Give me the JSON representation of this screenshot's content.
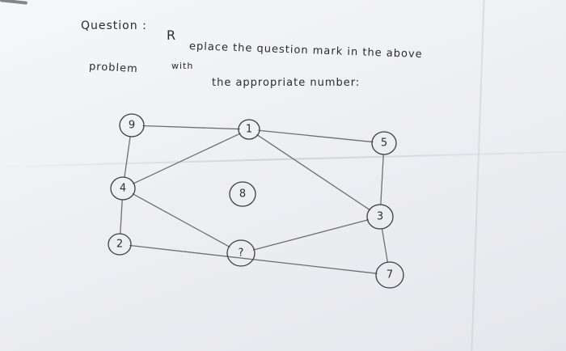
{
  "question": {
    "label": "Question :",
    "r_letter": "R",
    "line1": "eplace  the question mark in the above",
    "line2_start": "problem",
    "with_word": "with",
    "line2_end": "the appropriate number:"
  },
  "nodes": [
    {
      "id": "n9",
      "label": "9"
    },
    {
      "id": "n1",
      "label": "1"
    },
    {
      "id": "n5",
      "label": "5"
    },
    {
      "id": "n4",
      "label": "4"
    },
    {
      "id": "n8",
      "label": "8"
    },
    {
      "id": "n3",
      "label": "3"
    },
    {
      "id": "n2",
      "label": "2"
    },
    {
      "id": "nq",
      "label": "?"
    },
    {
      "id": "n7",
      "label": "7"
    }
  ],
  "edges": [
    [
      "n9",
      "n1"
    ],
    [
      "n1",
      "n5"
    ],
    [
      "n9",
      "n4"
    ],
    [
      "n4",
      "n1"
    ],
    [
      "n4",
      "nq"
    ],
    [
      "n1",
      "n3"
    ],
    [
      "n5",
      "n3"
    ],
    [
      "n3",
      "nq"
    ],
    [
      "n3",
      "n7"
    ],
    [
      "n4",
      "n2"
    ],
    [
      "n2",
      "n7"
    ]
  ],
  "colors": {
    "ink": "#2b2b2f",
    "pencil": "#6e6e73",
    "paper": "#f2f3f6"
  }
}
